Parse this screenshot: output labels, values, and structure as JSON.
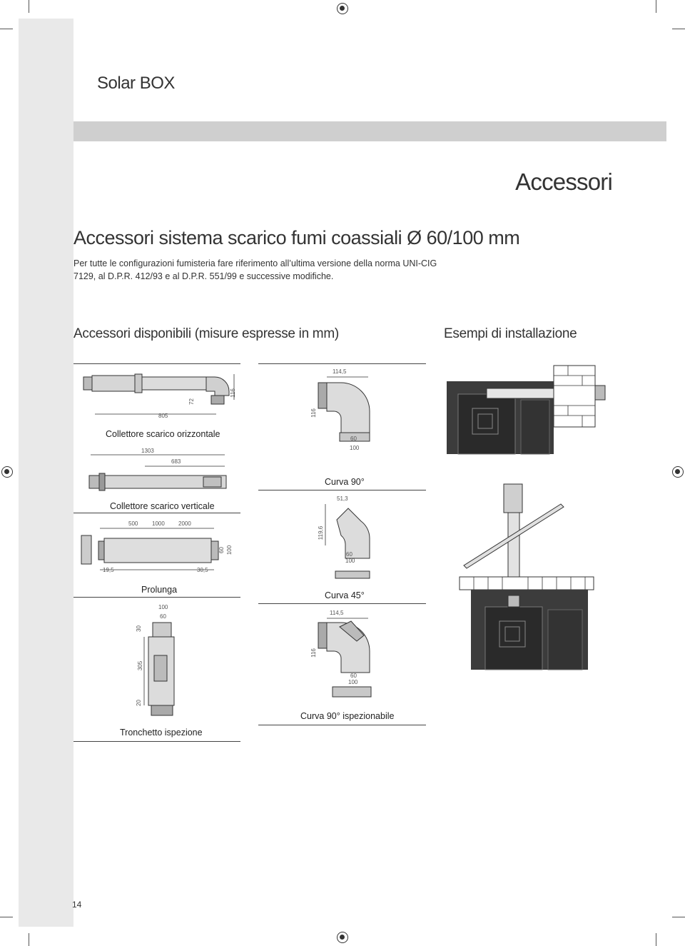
{
  "header": {
    "title": "Solar BOX"
  },
  "section_label": "Accessori",
  "main": {
    "title": "Accessori sistema scarico fumi coassiali Ø 60/100 mm",
    "intro": "Per tutte le configurazioni fumisteria fare riferimento all’ultima versione della norma UNI-CIG 7129, al D.P.R. 412/93 e al D.P.R. 551/99 e successive modifiche."
  },
  "accessories": {
    "heading": "Accessori disponibili (misure espresse in mm)",
    "horizontal": {
      "caption": "Collettore scarico orizzontale",
      "dims": [
        "805",
        "72",
        "116"
      ]
    },
    "vertical": {
      "caption": "Collettore scarico verticale",
      "dims": [
        "1303",
        "683"
      ]
    },
    "extension": {
      "caption": "Prolunga",
      "dims": [
        "500",
        "1000",
        "2000",
        "19,5",
        "30,5",
        "60",
        "100"
      ]
    },
    "inspection": {
      "caption": "Tronchetto ispezione",
      "dims": [
        "100",
        "60",
        "30",
        "305",
        "20"
      ]
    },
    "curve90": {
      "caption": "Curva 90°",
      "dims": [
        "114,5",
        "116",
        "60",
        "100"
      ]
    },
    "curve45": {
      "caption": "Curva 45°",
      "dims": [
        "51,3",
        "119,6",
        "60",
        "100"
      ]
    },
    "curve90_insp": {
      "caption": "Curva 90° ispezionabile",
      "dims": [
        "114,5",
        "116",
        "60",
        "100"
      ]
    }
  },
  "examples": {
    "heading": "Esempi di installazione"
  },
  "footer": {
    "page_number": "14"
  }
}
